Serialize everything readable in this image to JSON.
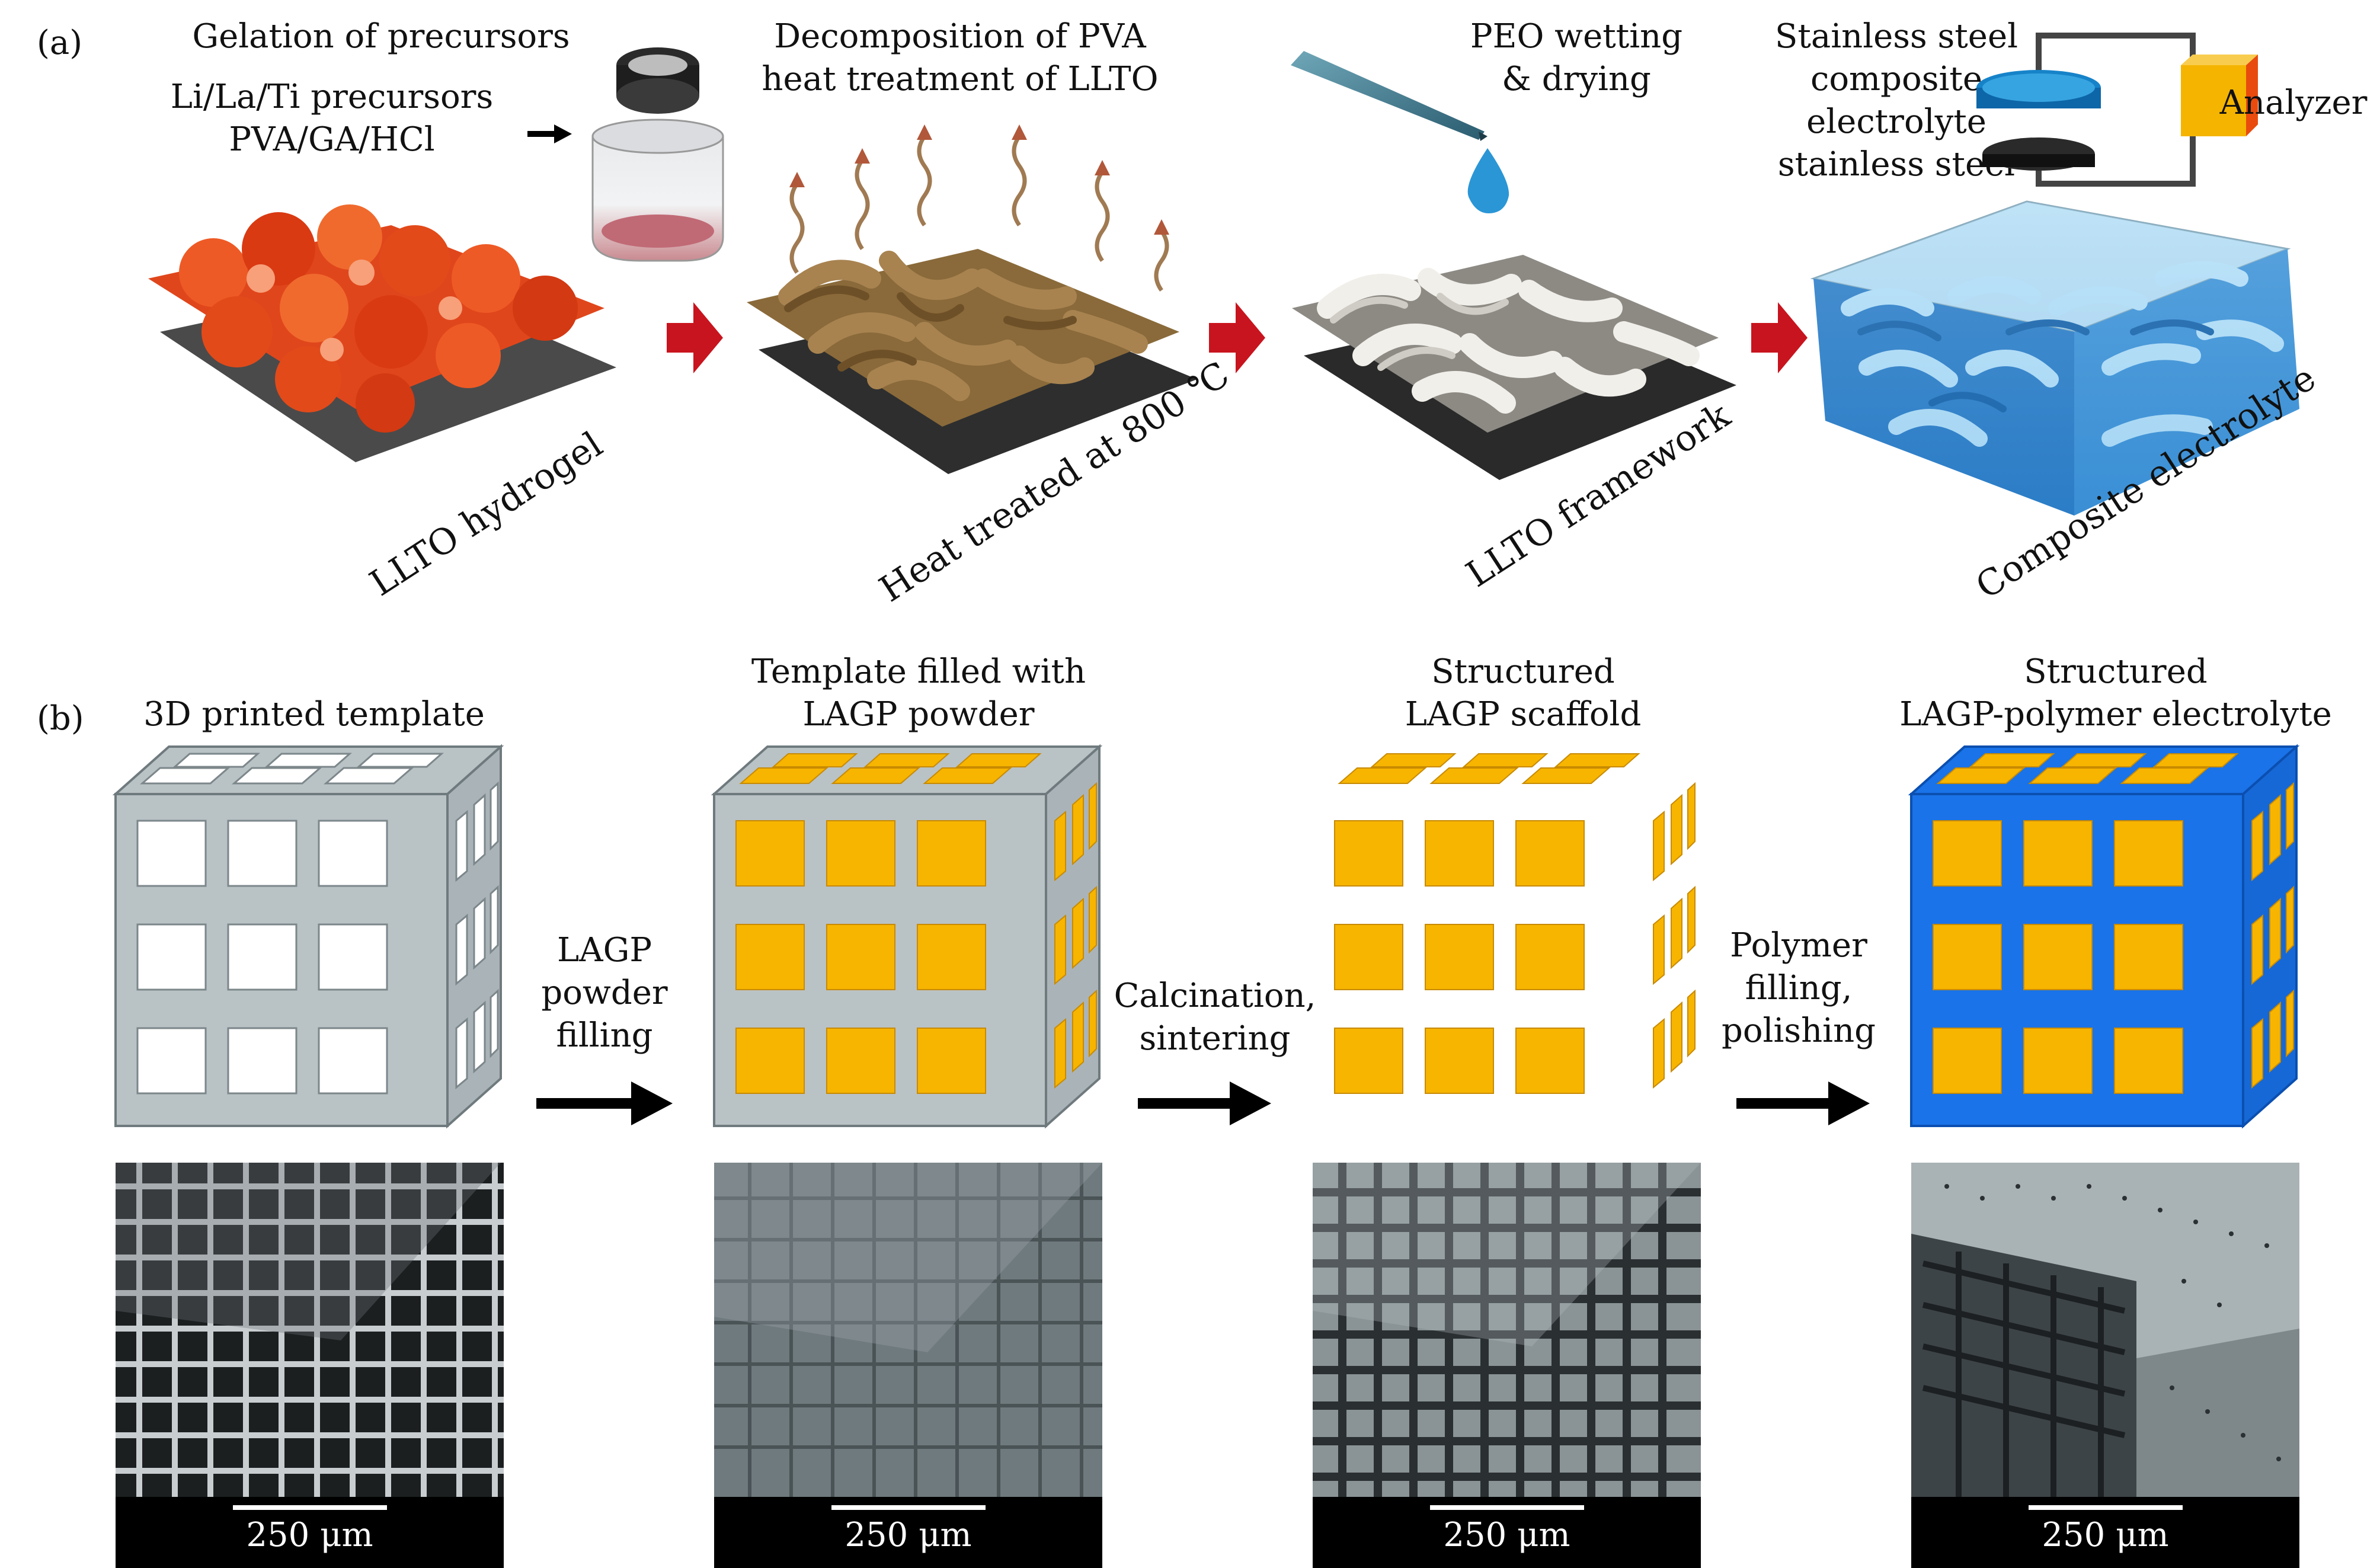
{
  "panel_a": {
    "letter": "(a)",
    "step1_title": "Gelation of precursors",
    "step1_line1": "Li/La/Ti precursors",
    "step1_line2": "PVA/GA/HCl",
    "step2_line1": "Decomposition of PVA",
    "step2_line2": "heat treatment of LLTO",
    "step3_line1": "PEO wetting",
    "step3_line2": "& drying",
    "step4_line1": "Stainless steel",
    "step4_line2": "composite",
    "step4_line3": "electrolyte",
    "step4_line4": "stainless steel",
    "analyzer": "Analyzer",
    "cap1": "LLTO hydrogel",
    "cap2": "Heat treated at 800 ℃",
    "cap3": "LLTO framework",
    "cap4": "Composite electrolyte"
  },
  "panel_b": {
    "letter": "(b)",
    "title1": "3D printed template",
    "title2_line1": "Template filled with",
    "title2_line2": "LAGP powder",
    "title3_line1": "Structured",
    "title3_line2": "LAGP scaffold",
    "title4_line1": "Structured",
    "title4_line2": "LAGP-polymer electrolyte",
    "arrow1_line1": "LAGP",
    "arrow1_line2": "powder",
    "arrow1_line3": "filling",
    "arrow2_line1": "Calcination,",
    "arrow2_line2": "sintering",
    "arrow3_line1": "Polymer",
    "arrow3_line2": "filling,",
    "arrow3_line3": "polishing",
    "scale_label": "250 μm"
  },
  "colors": {
    "hydrogel": "#e0461c",
    "heat_treated": "#8a6a3a",
    "framework": "#e6e4df",
    "composite": "#2a8fd6",
    "red_arrow": "#c8141e",
    "template_gray": "#b9c2c5",
    "lagp_yellow": "#f7b500",
    "polymer_blue": "#1a73e8"
  }
}
